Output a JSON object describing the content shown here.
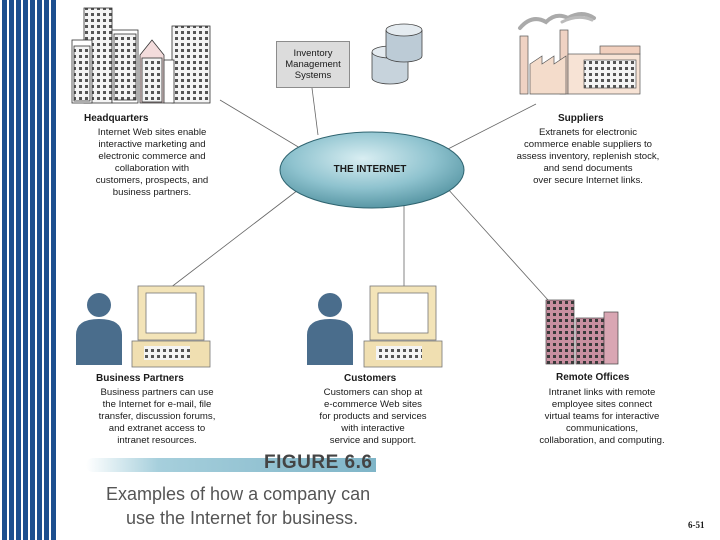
{
  "inventory": {
    "label_lines": [
      "Inventory",
      "Management",
      "Systems"
    ]
  },
  "internet": {
    "label": "THE INTERNET"
  },
  "headquarters": {
    "title": "Headquarters",
    "lines": [
      "Internet Web sites enable",
      "interactive marketing and",
      "electronic commerce and",
      "collaboration with",
      "customers, prospects, and",
      "business partners."
    ]
  },
  "suppliers": {
    "title": "Suppliers",
    "lines": [
      "Extranets for electronic",
      "commerce enable suppliers to",
      "assess inventory, replenish stock,",
      "and send documents",
      "over secure Internet links."
    ]
  },
  "business_partners": {
    "title": "Business Partners",
    "lines": [
      "Business partners can use",
      "the Internet for e-mail, file",
      "transfer, discussion forums,",
      "and extranet access to",
      "intranet resources."
    ]
  },
  "customers": {
    "title": "Customers",
    "lines": [
      "Customers can shop at",
      "e-commerce Web sites",
      "for products and services",
      "with interactive",
      "service and support."
    ]
  },
  "remote_offices": {
    "title": "Remote Offices",
    "lines": [
      "Intranet links with remote",
      "employee sites connect",
      "virtual teams for interactive",
      "communications,",
      "collaboration, and computing."
    ]
  },
  "figure": {
    "label": "FIGURE 6.6",
    "caption_line1": "Examples of how a company can",
    "caption_line2": "use the Internet for business."
  },
  "slide": {
    "page_number": "6-51"
  },
  "colors": {
    "internet_fill": "#8fc3cf",
    "sidebar_blue": "#1d4f8f",
    "person_blue": "#4a6d8c",
    "monitor_beige": "#f3e4b8",
    "building_pink": "#c98fa0"
  }
}
